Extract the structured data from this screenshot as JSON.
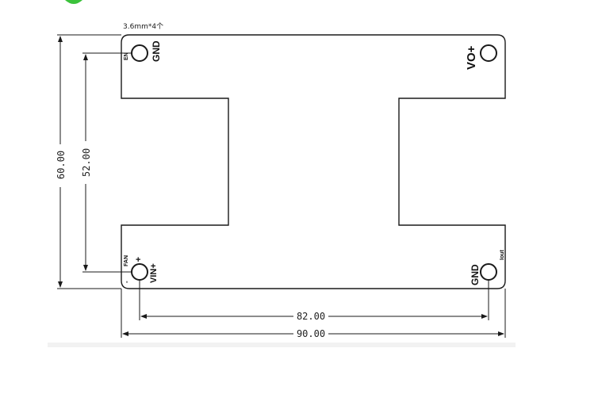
{
  "note": "3.6mm*4个",
  "dimensions": {
    "overall_width": "90.00",
    "hole_spacing_x": "82.00",
    "overall_height": "60.00",
    "hole_spacing_y": "52.00"
  },
  "pins": {
    "top_left_small": "EN",
    "top_left_main": "GND",
    "top_right_main": "VO+",
    "bottom_left_small": "FAN",
    "bottom_left_plus": "+",
    "bottom_left_minus": "-",
    "bottom_left_main": "VIN+",
    "bottom_right_main": "GND",
    "bottom_right_small": "Iout"
  },
  "colors": {
    "outline": "#1a1a1a",
    "logo_green": "#3bc23b"
  }
}
